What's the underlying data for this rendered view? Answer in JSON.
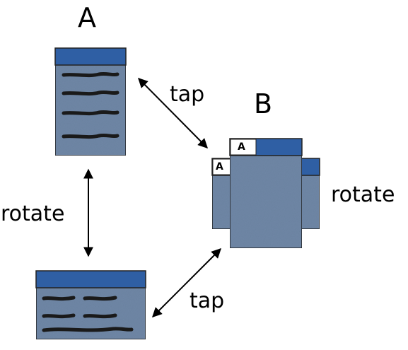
{
  "labels": {
    "state_a": "A",
    "state_b": "B",
    "rotate_left": "rotate",
    "rotate_right": "rotate",
    "tap_top": "tap",
    "tap_bottom": "tap"
  },
  "tab_letters": {
    "front": "A",
    "back": "A"
  },
  "colors": {
    "header_blue": "#2f5fa4",
    "body_blue": "#6f87a6",
    "outline": "#222222",
    "scribble": "#1a1a1a",
    "arrow": "#000000"
  }
}
